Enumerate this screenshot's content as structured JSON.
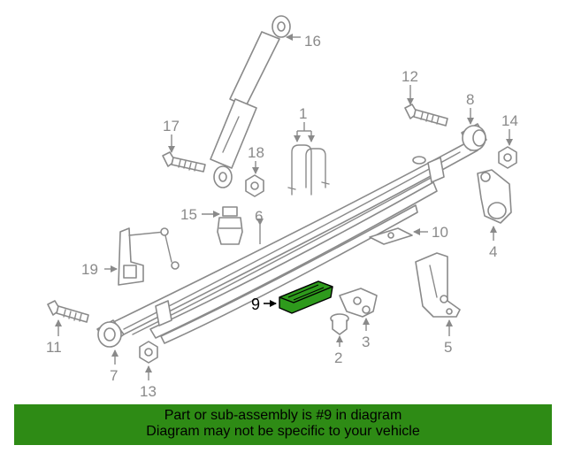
{
  "diagram": {
    "highlight_color": "#2e9a1c",
    "highlighted_part": "9",
    "callouts": [
      "1",
      "2",
      "3",
      "4",
      "5",
      "6",
      "7",
      "8",
      "9",
      "10",
      "11",
      "12",
      "13",
      "14",
      "15",
      "16",
      "17",
      "18",
      "19"
    ]
  },
  "banner": {
    "line1": "Part or sub-assembly is #9 in diagram",
    "line2": "Diagram may not be specific to your vehicle",
    "background": "#2e8b15"
  }
}
